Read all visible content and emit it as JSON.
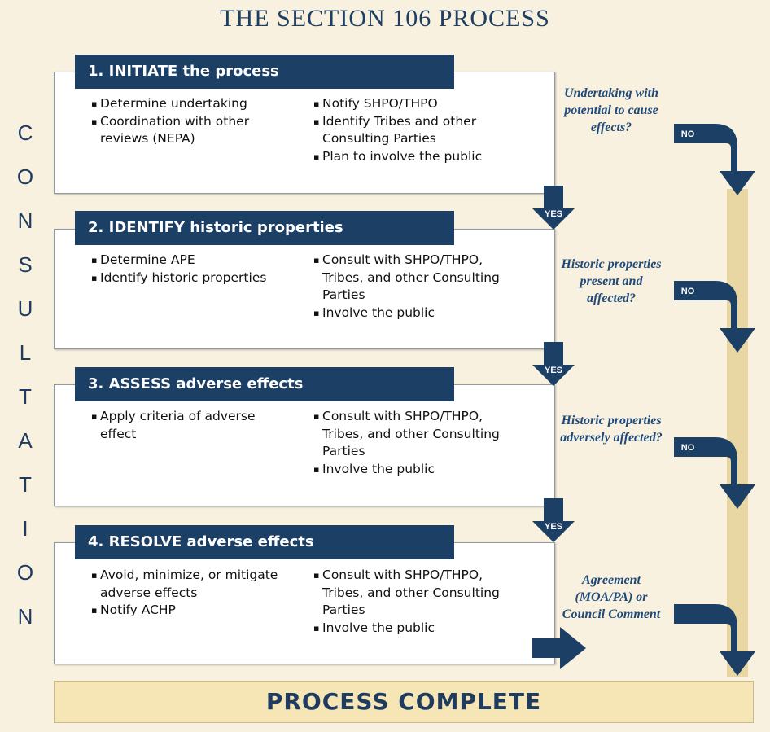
{
  "title": "THE SECTION 106 PROCESS",
  "side_label": [
    "C",
    "O",
    "N",
    "S",
    "U",
    "L",
    "T",
    "A",
    "T",
    "I",
    "O",
    "N"
  ],
  "steps": [
    {
      "heading": "1. INITIATE the process",
      "left": [
        "Determine undertaking",
        "Coordination with other reviews (NEPA)"
      ],
      "right": [
        "Notify SHPO/THPO",
        "Identify Tribes and other Consulting Parties",
        "Plan to involve the public"
      ]
    },
    {
      "heading": "2. IDENTIFY historic properties",
      "left": [
        "Determine APE",
        "Identify historic properties"
      ],
      "right": [
        "Consult with SHPO/THPO, Tribes, and other Consulting Parties",
        "Involve the public"
      ]
    },
    {
      "heading": "3. ASSESS adverse effects",
      "left": [
        "Apply criteria of adverse effect"
      ],
      "right": [
        "Consult with SHPO/THPO, Tribes, and other Consulting Parties",
        "Involve the public"
      ]
    },
    {
      "heading": "4. RESOLVE adverse effects",
      "left": [
        "Avoid, minimize, or mitigate adverse effects",
        "Notify ACHP"
      ],
      "right": [
        "Consult with SHPO/THPO, Tribes, and other Consulting Parties",
        "Involve the public"
      ]
    }
  ],
  "questions": [
    "Undertaking with potential to cause effects?",
    "Historic properties present and affected?",
    "Historic properties adversely affected?",
    "Agreement (MOA/PA) or Council Comment"
  ],
  "labels": {
    "no": "NO",
    "yes": "YES"
  },
  "complete": "PROCESS COMPLETE",
  "colors": {
    "navy": "#1c3f66",
    "title": "#1e3f63",
    "question": "#1f4a79",
    "sidebar": "#e8d7a3",
    "complete_bg": "#f7e6b5"
  }
}
